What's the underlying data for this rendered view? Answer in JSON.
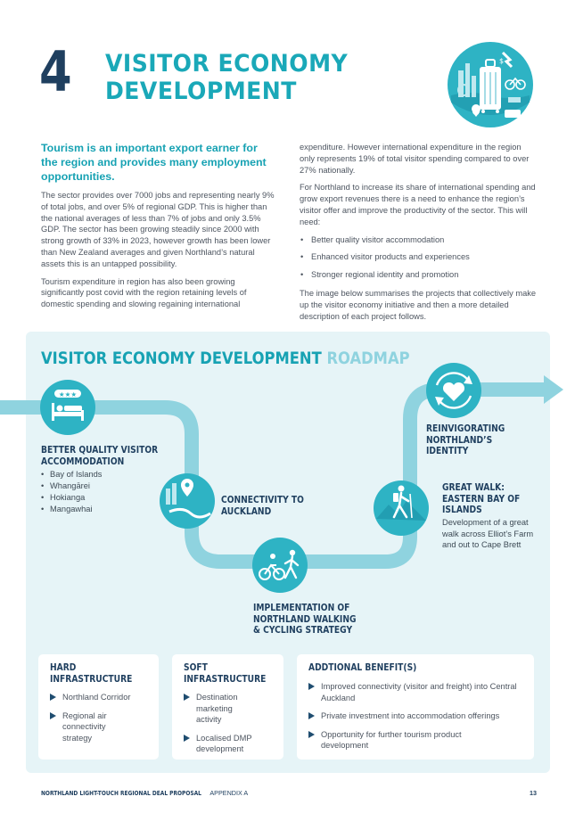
{
  "header": {
    "chapter_number": "4",
    "title_line1": "VISITOR ECONOMY",
    "title_line2": "DEVELOPMENT"
  },
  "intro": {
    "lead": "Tourism is an important export earner for the region and provides many employment opportunities.",
    "para1": "The sector provides over 7000 jobs and representing nearly 9% of total jobs, and over 5% of regional GDP. This is higher than the national averages of less than 7% of jobs and only 3.5% GDP. The sector has been growing steadily since 2000 with strong growth of 33% in 2023, however growth has been lower than New Zealand averages and given Northland’s natural assets this is an untapped possibility.",
    "para2": "Tourism expenditure in region has also been growing significantly post covid with the region retaining levels of domestic spending and slowing regaining international",
    "para3": "expenditure. However international expenditure in the region only represents 19% of total visitor spending compared to over 27% nationally.",
    "para4": "For Northland to increase its share of international spending and grow export revenues there is a need to enhance the region’s visitor offer and improve the productivity of the sector. This will need:",
    "needs": [
      "Better quality visitor accommodation",
      "Enhanced visitor products and experiences",
      "Stronger regional identity and promotion"
    ],
    "para5": "The image below summarises the projects that collectively make up the visitor economy initiative and then a more detailed description of each project follows."
  },
  "roadmap": {
    "title_main": "VISITOR ECONOMY DEVELOPMENT",
    "title_accent": "ROADMAP",
    "accommodation": {
      "label_line1": "BETTER QUALITY VISITOR",
      "label_line2": "ACCOMMODATION",
      "stars": "★★★",
      "locations": [
        "Bay of Islands",
        "Whangārei",
        "Hokianga",
        "Mangawhai"
      ]
    },
    "connectivity": {
      "label_line1": "CONNECTIVITY TO",
      "label_line2": "AUCKLAND"
    },
    "walking": {
      "label_line1": "IMPLEMENTATION OF",
      "label_line2": "NORTHLAND WALKING",
      "label_line3": "& CYCLING STRATEGY"
    },
    "great_walk": {
      "label_line1": "GREAT WALK:",
      "label_line2": "EASTERN BAY OF",
      "label_line3": "ISLANDS",
      "desc_line1": "Development of a great",
      "desc_line2": "walk across Elliot’s Farm",
      "desc_line3": "and out to Cape Brett"
    },
    "identity": {
      "label_line1": "REINVIGORATING",
      "label_line2": "NORTHLAND’S",
      "label_line3": "IDENTITY"
    }
  },
  "cards": {
    "hard": {
      "title_line1": "HARD",
      "title_line2": "INFRASTRUCTURE",
      "items": [
        "Northland Corridor",
        "Regional air connectivity strategy"
      ]
    },
    "soft": {
      "title_line1": "SOFT",
      "title_line2": "INFRASTRUCTURE",
      "items": [
        "Destination marketing activity",
        "Localised DMP development"
      ]
    },
    "additional": {
      "title": "ADDTIONAL BENEFIT(S)",
      "items": [
        "Improved connectivity (visitor and freight) into Central Auckland",
        "Private investment into accommodation offerings",
        "Opportunity for further tourism product development"
      ]
    }
  },
  "footer": {
    "left": "NORTHLAND LIGHT-TOUCH REGIONAL DEAL PROPOSAL",
    "appendix": "APPENDIX A",
    "page": "13"
  },
  "colors": {
    "navy": "#1f3f5f",
    "teal": "#1aa8b8",
    "road": "#8fd3df",
    "circle": "#2eb3c4",
    "panel": "#e6f4f7"
  }
}
